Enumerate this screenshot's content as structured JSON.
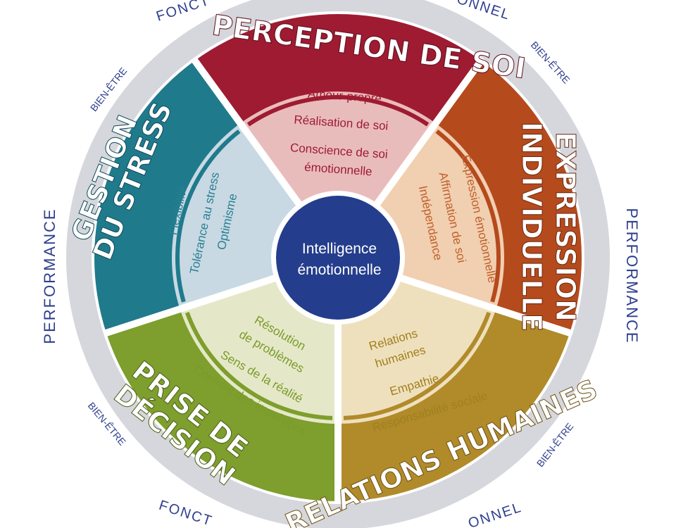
{
  "center": {
    "line1": "Intelligence",
    "line2": "émotionnelle"
  },
  "outer_ring": {
    "performance_left": "PERFORMANCE",
    "performance_right": "PERFORMANCE",
    "bien_etre": "BIEN-ÊTRE",
    "fonctionnel_top_left": "FONCT",
    "fonctionnel_top_right": "ONNEL",
    "fonctionnel_bottom_left": "FONCT",
    "fonctionnel_bottom_right": "ONNEL"
  },
  "segments": [
    {
      "id": "perception",
      "title_lines": [
        "PERCEPTION DE SOI"
      ],
      "items": [
        "Amour-propre",
        "Réalisation de soi",
        "Conscience de soi",
        "émotionnelle"
      ],
      "color_band": "#9e1b32",
      "color_inner": "#e9bcbc",
      "color_text": "#9e1b32"
    },
    {
      "id": "expression",
      "title_lines": [
        "EXPRESSION",
        "INDIVIDUELLE"
      ],
      "items": [
        "Expression émotionnelle",
        "Affirmation de soi",
        "Indépendance"
      ],
      "color_band": "#b54a1d",
      "color_inner": "#f1cfb1",
      "color_text": "#c0602a"
    },
    {
      "id": "relations",
      "title_lines": [
        "RELATIONS HUMAINES"
      ],
      "items": [
        "Relations",
        "humaines",
        "Empathie",
        "Responsabilité sociale"
      ],
      "color_band": "#b18a2a",
      "color_inner": "#efe0bd",
      "color_text": "#a0801e"
    },
    {
      "id": "decision",
      "title_lines": [
        "PRISE DE",
        "DÉCISION"
      ],
      "items": [
        "Résolution",
        "de problèmes",
        "Sens de la réalité",
        "Contrôle des impulsions"
      ],
      "color_band": "#7e9e2d",
      "color_inner": "#e5e8c8",
      "color_text": "#7a9a2b"
    },
    {
      "id": "stress",
      "title_lines": [
        "GESTION",
        "DU STRESS"
      ],
      "items": [
        "Flexibilité",
        "Tolérance au stress",
        "Optimisme"
      ],
      "color_band": "#1f7a8c",
      "color_inner": "#c8d9e3",
      "color_text": "#2a7f92"
    }
  ],
  "colors": {
    "outer_ring": "#d5d7dc",
    "ring_text": "#2f3f8f",
    "center": "#243d8c",
    "divider": "#ffffff"
  }
}
